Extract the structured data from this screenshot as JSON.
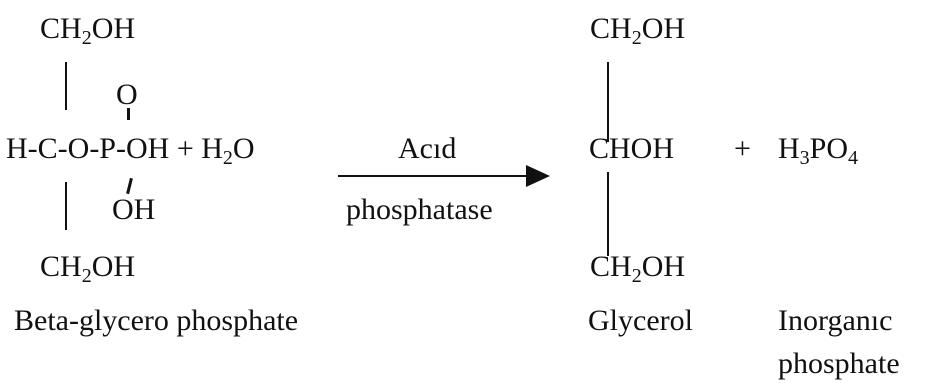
{
  "reactant": {
    "top_group": [
      "CH",
      "2",
      "OH"
    ],
    "oxygen_top": "O",
    "middle_row": [
      "H-C-O-P-OH + H",
      "2",
      "O"
    ],
    "oh_bottom": "OH",
    "bottom_group": [
      "CH",
      "2",
      "OH"
    ],
    "name": "Beta-glycero phosphate"
  },
  "arrow": {
    "label_top": "Acıd",
    "label_bottom": "phosphatase"
  },
  "product_glycerol": {
    "top_group": [
      "CH",
      "2",
      "OH"
    ],
    "middle": "CHOH",
    "bottom_group": [
      "CH",
      "2",
      "OH"
    ],
    "name": "Glycerol"
  },
  "plus_sign": "+",
  "product_phosphate": {
    "formula": [
      "H",
      "3",
      "PO",
      "4"
    ],
    "name_line1": "Inorganıc",
    "name_line2": "phosphate"
  }
}
